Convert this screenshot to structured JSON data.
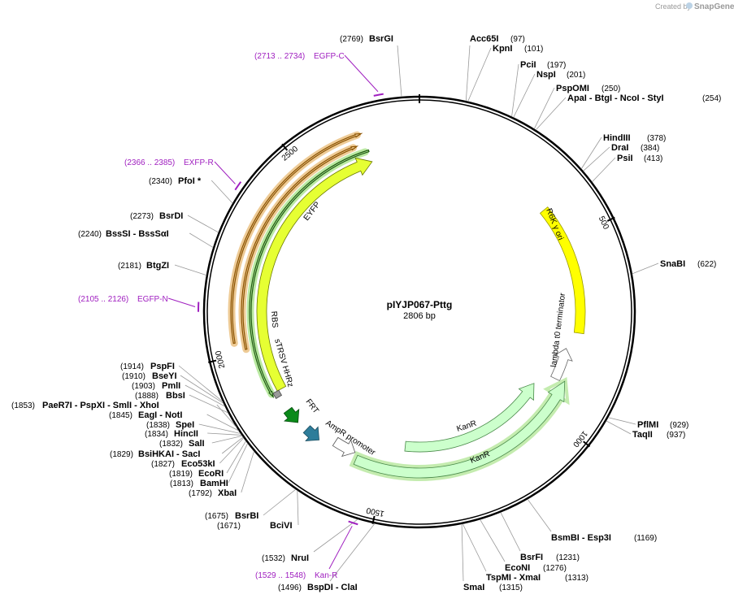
{
  "credit": {
    "prefix": "Created by",
    "brand": "SnapGene"
  },
  "plasmid": {
    "name": "pIYJP067-Pttg",
    "length": 2806,
    "length_label": "2806 bp"
  },
  "ticks": [
    {
      "bp": 500,
      "label": "500"
    },
    {
      "bp": 1000,
      "label": "1000"
    },
    {
      "bp": 1500,
      "label": "1500"
    },
    {
      "bp": 2000,
      "label": "2000"
    },
    {
      "bp": 2500,
      "label": "2500"
    }
  ],
  "features": [
    {
      "name": "R6K γ ori",
      "start": 380,
      "end": 765,
      "type": "ori",
      "color": "#ffff00"
    },
    {
      "name": "lambda t0 terminator",
      "start": 805,
      "end": 900,
      "type": "terminator",
      "color": "#ffffff"
    },
    {
      "name": "KanR",
      "start": 935,
      "end": 1440,
      "type": "cds",
      "color": "#ccffcc"
    },
    {
      "name": "KanR",
      "start": 895,
      "end": 1580,
      "type": "cds-outline",
      "color": "#ccffcc"
    },
    {
      "name": "AmpR promoter",
      "start": 1585,
      "end": 1625,
      "type": "promoter",
      "color": "#ffffff"
    },
    {
      "name": "FRT",
      "start": 1672,
      "end": 1706,
      "type": "frt",
      "color": "#2e7d9a"
    },
    {
      "name": "sTRSV HHRz",
      "start": 1768,
      "end": 1800,
      "type": "ribozyme",
      "color": "#0b8a1a"
    },
    {
      "name": "RBS",
      "start": 1862,
      "end": 1874,
      "type": "rbs",
      "color": "#9a9a9a"
    },
    {
      "name": "EYFP",
      "start": 1875,
      "end": 2670,
      "type": "cds",
      "color": "#e6ff33"
    },
    {
      "name": "",
      "start": 1870,
      "end": 2670,
      "type": "outline-green",
      "color": "#e6ff33"
    },
    {
      "name": "",
      "start": 2025,
      "end": 2680,
      "type": "outline-orange",
      "color": "#ffe6a6"
    },
    {
      "name": "",
      "start": 2010,
      "end": 2645,
      "type": "outline-orange2",
      "color": "#ffe6a6"
    }
  ],
  "primers": [
    {
      "name": "EGFP-C",
      "range": "(2713 .. 2734)",
      "bp": 2723
    },
    {
      "name": "EXFP-R",
      "range": "(2366 .. 2385)",
      "bp": 2376
    },
    {
      "name": "EGFP-N",
      "range": "(2105 .. 2126)",
      "bp": 2115
    },
    {
      "name": "Kan-R",
      "range": "(1529 .. 1548)",
      "bp": 1539
    }
  ],
  "sites": [
    {
      "label": "BsrGI",
      "pos": "(2769)",
      "bp": 2769
    },
    {
      "label": "Acc65I",
      "pos": "(97)",
      "bp": 97
    },
    {
      "label": "KpnI",
      "pos": "(101)",
      "bp": 101
    },
    {
      "label": "PciI",
      "pos": "(197)",
      "bp": 197
    },
    {
      "label": "NspI",
      "pos": "(201)",
      "bp": 201
    },
    {
      "label": "PspOMI",
      "pos": "(250)",
      "bp": 250
    },
    {
      "label": "ApaI   - BtgI   - NcoI  - StyI",
      "pos": "(254)",
      "bp": 254
    },
    {
      "label": "HindIII",
      "pos": "(378)",
      "bp": 378
    },
    {
      "label": "DraI",
      "pos": "(384)",
      "bp": 384
    },
    {
      "label": "PsiI",
      "pos": "(413)",
      "bp": 413
    },
    {
      "label": "SnaBI",
      "pos": "(622)",
      "bp": 622
    },
    {
      "label": "PflMI",
      "pos": "(929)",
      "bp": 929
    },
    {
      "label": "TaqII",
      "pos": "(937)",
      "bp": 937
    },
    {
      "label": "BsmBI   - Esp3I",
      "pos": "(1169)",
      "bp": 1169
    },
    {
      "label": "BsrFI",
      "pos": "(1231)",
      "bp": 1231
    },
    {
      "label": "EcoNI",
      "pos": "(1276)",
      "bp": 1276
    },
    {
      "label": "TspMI   - XmaI",
      "pos": "(1313)",
      "bp": 1313
    },
    {
      "label": "SmaI",
      "pos": "(1315)",
      "bp": 1315
    },
    {
      "label": "BspDI   - ClaI",
      "pos": "(1496)",
      "bp": 1496
    },
    {
      "label": "NruI",
      "pos": "(1532)",
      "bp": 1532
    },
    {
      "label": "BciVI",
      "pos": "(1671)",
      "bp": 1671
    },
    {
      "label": "BsrBI",
      "pos": "(1675)",
      "bp": 1675
    },
    {
      "label": "XbaI",
      "pos": "(1792)",
      "bp": 1792
    },
    {
      "label": "BamHI",
      "pos": "(1813)",
      "bp": 1813
    },
    {
      "label": "Eco53kI",
      "pos": "(1827)",
      "bp": 1827
    },
    {
      "label": "BsiHKAI   - SacI",
      "pos": "(1829)",
      "bp": 1829
    },
    {
      "label": "SalI",
      "pos": "(1832)",
      "bp": 1832
    },
    {
      "label": "HincII",
      "pos": "(1834)",
      "bp": 1834
    },
    {
      "label": "SpeI",
      "pos": "(1838)",
      "bp": 1838
    },
    {
      "label": "EagI   - NotI",
      "pos": "(1845)",
      "bp": 1845
    },
    {
      "label": "EcoRI",
      "pos": "(1819)",
      "bp": 1819
    },
    {
      "label": "PaeR7I   - PspXI   - SmlI   - XhoI",
      "pos": "(1853)",
      "bp": 1853
    },
    {
      "label": "BbsI",
      "pos": "(1888)",
      "bp": 1888
    },
    {
      "label": "PmlI",
      "pos": "(1903)",
      "bp": 1903
    },
    {
      "label": "BseYI",
      "pos": "(1910)",
      "bp": 1910
    },
    {
      "label": "PspFI",
      "pos": "(1914)",
      "bp": 1914
    },
    {
      "label": "BtgZI",
      "pos": "(2181)",
      "bp": 2181
    },
    {
      "label": "BssSI   - BssSαI",
      "pos": "(2240)",
      "bp": 2240
    },
    {
      "label": "BsrDI",
      "pos": "(2273)",
      "bp": 2273
    },
    {
      "label": "PfoI *",
      "pos": "(2340)",
      "bp": 2340
    }
  ]
}
